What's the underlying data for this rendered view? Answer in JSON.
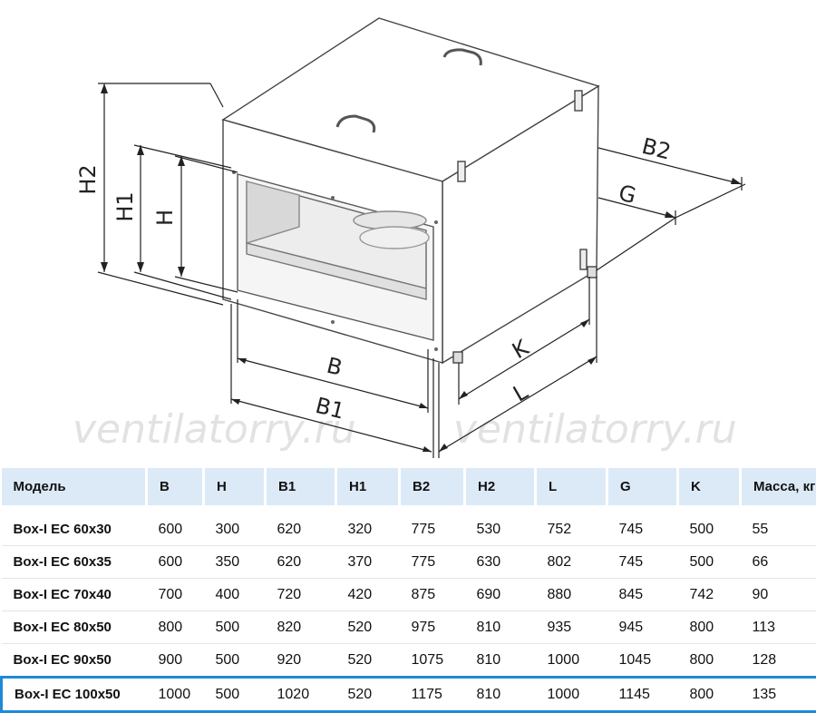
{
  "watermark": [
    "ventilatorry.ru",
    "ventilatorry.ru"
  ],
  "dimensions": {
    "h2": "H2",
    "h1": "H1",
    "h": "H",
    "b": "B",
    "b1": "B1",
    "b2": "B2",
    "g": "G",
    "k": "K",
    "l": "L"
  },
  "table": {
    "headers": [
      "Модель",
      "B",
      "H",
      "B1",
      "H1",
      "B2",
      "H2",
      "L",
      "G",
      "K",
      "Масса, кг"
    ],
    "rows": [
      [
        "Box-I EC 60x30",
        "600",
        "300",
        "620",
        "320",
        "775",
        "530",
        "752",
        "745",
        "500",
        "55"
      ],
      [
        "Box-I EC 60x35",
        "600",
        "350",
        "620",
        "370",
        "775",
        "630",
        "802",
        "745",
        "500",
        "66"
      ],
      [
        "Box-I EC 70x40",
        "700",
        "400",
        "720",
        "420",
        "875",
        "690",
        "880",
        "845",
        "742",
        "90"
      ],
      [
        "Box-I EC 80x50",
        "800",
        "500",
        "820",
        "520",
        "975",
        "810",
        "935",
        "945",
        "800",
        "113"
      ],
      [
        "Box-I EC 90x50",
        "900",
        "500",
        "920",
        "520",
        "1075",
        "810",
        "1000",
        "1045",
        "800",
        "128"
      ],
      [
        "Box-I EC 100x50",
        "1000",
        "500",
        "1020",
        "520",
        "1175",
        "810",
        "1000",
        "1145",
        "800",
        "135"
      ]
    ],
    "highlighted_row": 5,
    "highlight_color": "#1f8ad6",
    "header_bg": "#dceaf7"
  }
}
